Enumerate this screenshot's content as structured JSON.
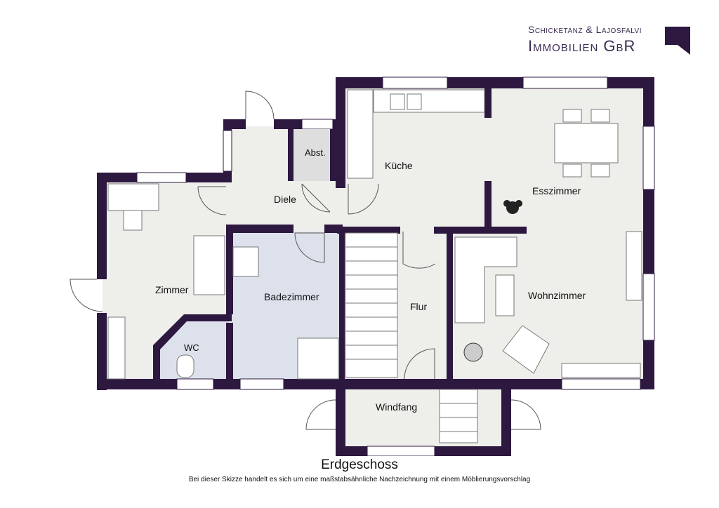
{
  "brand": {
    "company": "Schicketanz & Lajosfalvi",
    "subtitle": "Immobilien GbR",
    "color": "#3a2a52"
  },
  "floor_name": "Erdgeschoss",
  "disclaimer": "Bei dieser Skizze handelt es sich um eine maßstabsähnliche Nachzeichnung mit einem Möblierungsvorschlag",
  "rooms": {
    "kueche": "Küche",
    "esszimmer": "Esszimmer",
    "abst": "Abst.",
    "diele": "Diele",
    "zimmer": "Zimmer",
    "badezimmer": "Badezimmer",
    "flur": "Flur",
    "wohnzimmer": "Wohnzimmer",
    "wc": "WC",
    "windfang": "Windfang"
  },
  "colors": {
    "wall": "#2d1840",
    "floor": "#eeeeea",
    "bath_floor": "#dde1ec",
    "window": "#ffffff"
  }
}
